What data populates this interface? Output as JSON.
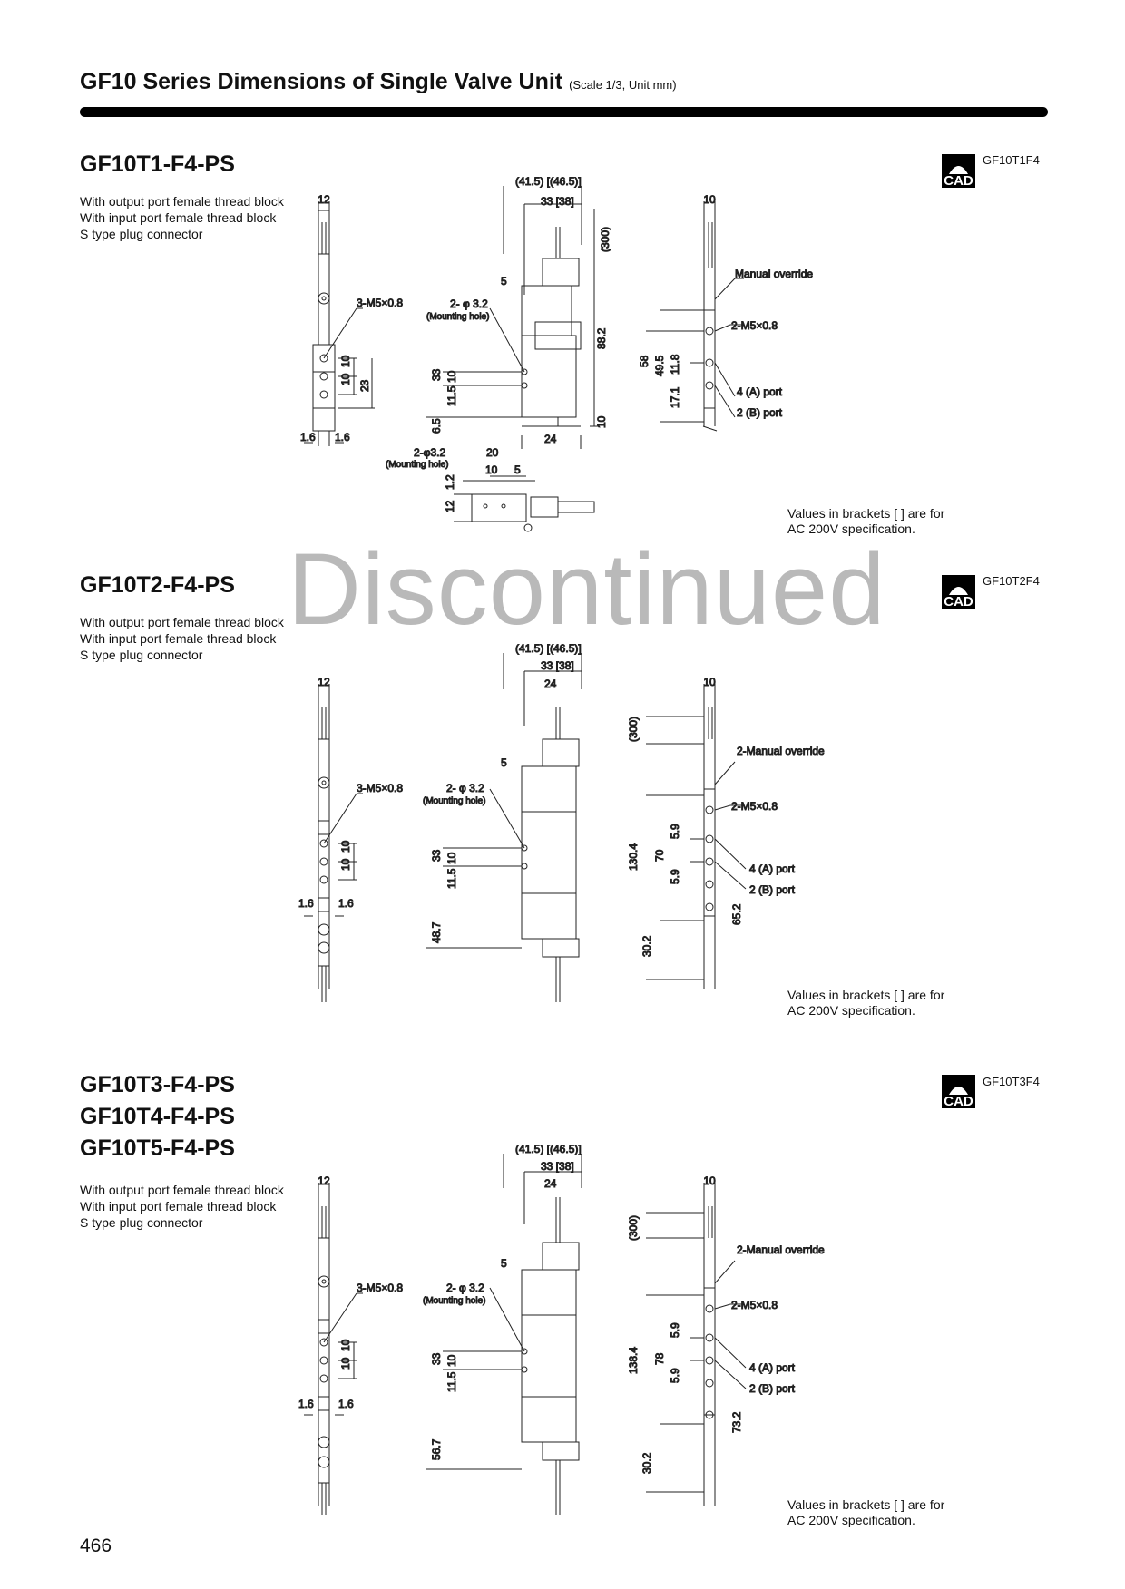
{
  "header": {
    "title_main": "GF10 Series Dimensions of Single Valve Unit",
    "title_sub": "(Scale 1/3, Unit mm)"
  },
  "watermark": "Discontinued",
  "page_number": "466",
  "sections": [
    {
      "models": [
        "GF10T1-F4-PS"
      ],
      "features": [
        "With output port female thread block",
        "With input port female thread block",
        "S type plug connector"
      ],
      "cad_label": "CAD",
      "cad_code": "GF10T1F4",
      "note": [
        "Values in brackets [ ] are for",
        "AC 200V specification."
      ],
      "dims": {
        "top_width": "12",
        "port_thread": "3-M5×0.8",
        "pitch_a": "10",
        "pitch_b": "10",
        "base_pitch": "23",
        "edge_left": "1.6",
        "edge_right": "1.6",
        "total_len": "(41.5) [(46.5)]",
        "body_len": "33 [38]",
        "cable_len": "(300)",
        "hole_spec": "2- φ 3.2",
        "hole_note": "(Mounting hole)",
        "hole_offset": "5",
        "height_33": "33",
        "height_11_5": "11.5",
        "height_10": "10",
        "height_6_5": "6.5",
        "total_height": "88.2",
        "bottom_10": "10",
        "width_24": "24",
        "side_width": "10",
        "manual_override": "Manual override",
        "mount_thread": "2-M5×0.8",
        "h58": "58",
        "h49_5": "49.5",
        "h11_8": "11.8",
        "h17_1": "17.1",
        "port_a": "4 (A) port",
        "port_b": "2 (B) port",
        "bottom_hole_spec": "2-φ3.2",
        "bottom_hole_note": "(Mounting hole)",
        "bottom_w20": "20",
        "bottom_w10": "10",
        "bottom_w5": "5",
        "bottom_h1_2": "1.2",
        "bottom_h12": "12"
      }
    },
    {
      "models": [
        "GF10T2-F4-PS"
      ],
      "features": [
        "With output port female thread block",
        "With input port female thread block",
        "S type plug connector"
      ],
      "cad_label": "CAD",
      "cad_code": "GF10T2F4",
      "note": [
        "Values in brackets [ ] are for",
        "AC 200V specification."
      ],
      "dims": {
        "top_width": "12",
        "port_thread": "3-M5×0.8",
        "pitch_a": "10",
        "pitch_b": "10",
        "edge_left": "1.6",
        "edge_right": "1.6",
        "total_len": "(41.5) [(46.5)]",
        "body_len": "33 [38]",
        "mid_len": "24",
        "hole_spec": "2- φ 3.2",
        "hole_note": "(Mounting hole)",
        "hole_offset": "5",
        "height_33": "33",
        "height_11_5": "11.5",
        "height_10": "10",
        "height_low": "48.7",
        "side_width": "10",
        "cable_len": "(300)",
        "manual_override": "2-Manual override",
        "mount_thread": "2-M5×0.8",
        "h_total": "130.4",
        "h_mid": "70",
        "h5_9a": "5.9",
        "h5_9b": "5.9",
        "h_lower": "30.2",
        "h_right": "65.2",
        "port_a": "4 (A) port",
        "port_b": "2 (B) port"
      }
    },
    {
      "models": [
        "GF10T3-F4-PS",
        "GF10T4-F4-PS",
        "GF10T5-F4-PS"
      ],
      "features": [
        "With output port female thread block",
        "With input port female thread block",
        "S type plug connector"
      ],
      "cad_label": "CAD",
      "cad_code": "GF10T3F4",
      "note": [
        "Values in brackets [ ] are for",
        "AC 200V specification."
      ],
      "dims": {
        "top_width": "12",
        "port_thread": "3-M5×0.8",
        "pitch_a": "10",
        "pitch_b": "10",
        "edge_left": "1.6",
        "edge_right": "1.6",
        "total_len": "(41.5) [(46.5)]",
        "body_len": "33 [38]",
        "mid_len": "24",
        "hole_spec": "2- φ 3.2",
        "hole_note": "(Mounting hole)",
        "hole_offset": "5",
        "height_33": "33",
        "height_11_5": "11.5",
        "height_10": "10",
        "height_low": "56.7",
        "side_width": "10",
        "cable_len": "(300)",
        "manual_override": "2-Manual override",
        "mount_thread": "2-M5×0.8",
        "h_total": "138.4",
        "h_mid": "78",
        "h5_9a": "5.9",
        "h5_9b": "5.9",
        "h_lower": "30.2",
        "h_right": "73.2",
        "port_a": "4 (A) port",
        "port_b": "2 (B) port"
      }
    }
  ]
}
